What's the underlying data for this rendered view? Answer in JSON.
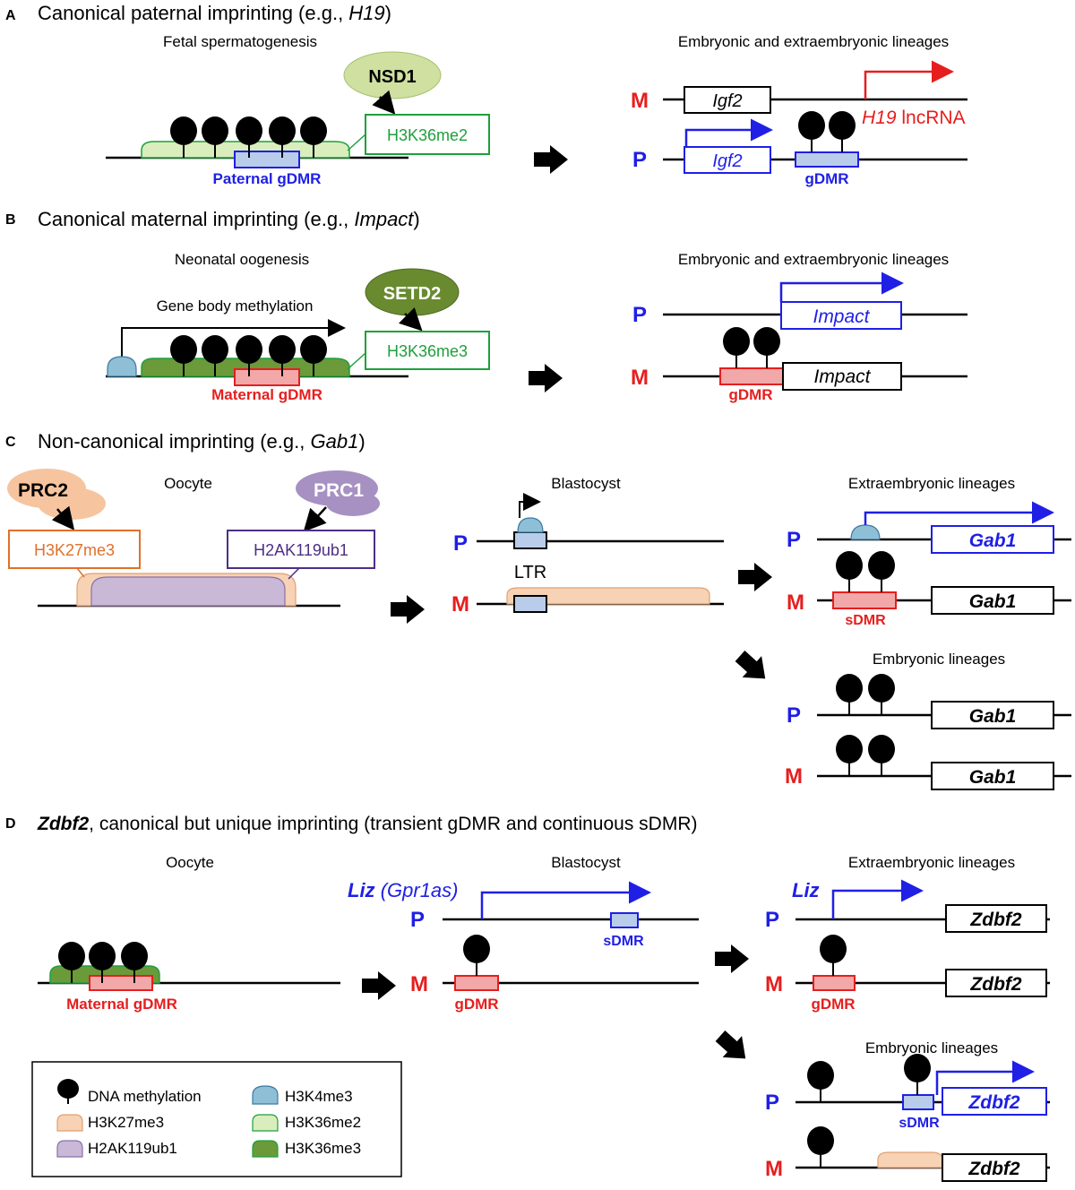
{
  "colors": {
    "blue": "#1f1fe6",
    "red": "#e61e1e",
    "green": "#1ea03c",
    "orange": "#e0702a",
    "purple": "#4d2f86",
    "methyl": "#000000",
    "h3k4me3": "#8fbfd6",
    "h3k27me3": "#f7d2b4",
    "h2ak119ub1": "#c9b8d6",
    "h3k36me2": "#d9eebc",
    "h3k36me3": "#6a9a3a",
    "gdmr_blue": "#b9cdea",
    "gdmr_red": "#f2a8a8",
    "nsd1": "#cfe0a0",
    "setd2": "#6a8a30",
    "prc2": "#f6c59f",
    "prc1": "#a790c2"
  },
  "panelA": {
    "letter": "A",
    "title": "Canonical paternal imprinting (e.g., ",
    "title_gene": "H19",
    "title_end": ")",
    "left_stage": "Fetal spermatogenesis",
    "enzyme": "NSD1",
    "mark": "H3K36me2",
    "dmr": "Paternal gDMR",
    "right_stage": "Embryonic and extraembryonic lineages",
    "allele_m": "M",
    "allele_p": "P",
    "gene1": "Igf2",
    "gene2": "H19",
    "gene2_suffix": "lncRNA",
    "dmr_right": "gDMR"
  },
  "panelB": {
    "letter": "B",
    "title": "Canonical maternal imprinting (e.g., ",
    "title_gene": "Impact",
    "title_end": ")",
    "left_stage": "Neonatal oogenesis",
    "body_label": "Gene body methylation",
    "enzyme": "SETD2",
    "mark": "H3K36me3",
    "dmr": "Maternal gDMR",
    "right_stage": "Embryonic and extraembryonic lineages",
    "allele_p": "P",
    "allele_m": "M",
    "gene": "Impact",
    "dmr_right": "gDMR"
  },
  "panelC": {
    "letter": "C",
    "title": "Non-canonical imprinting (e.g., ",
    "title_gene": "Gab1",
    "title_end": ")",
    "stage1": "Oocyte",
    "prc2": "PRC2",
    "prc1": "PRC1",
    "mark1": "H3K27me3",
    "mark2": "H2AK119ub1",
    "stage2": "Blastocyst",
    "ltr": "LTR",
    "stage3": "Extraembryonic lineages",
    "stage4": "Embryonic lineages",
    "allele_p": "P",
    "allele_m": "M",
    "gene": "Gab1",
    "sdmr": "sDMR"
  },
  "panelD": {
    "letter": "D",
    "title_gene": "Zdbf2",
    "title": ", canonical but unique imprinting (transient  gDMR and continuous  sDMR)",
    "stage1": "Oocyte",
    "dmr1": "Maternal gDMR",
    "stage2": "Blastocyst",
    "liz": "Liz",
    "liz_alias": "(Gpr1as)",
    "stage3": "Extraembryonic lineages",
    "stage4": "Embryonic lineages",
    "allele_p": "P",
    "allele_m": "M",
    "gene": "Zdbf2",
    "sdmr": "sDMR",
    "gdmr": "gDMR"
  },
  "legend": {
    "items": [
      {
        "label": "DNA methylation"
      },
      {
        "label": "H3K27me3"
      },
      {
        "label": "H2AK119ub1"
      },
      {
        "label": "H3K4me3"
      },
      {
        "label": "H3K36me2"
      },
      {
        "label": "H3K36me3"
      }
    ]
  }
}
